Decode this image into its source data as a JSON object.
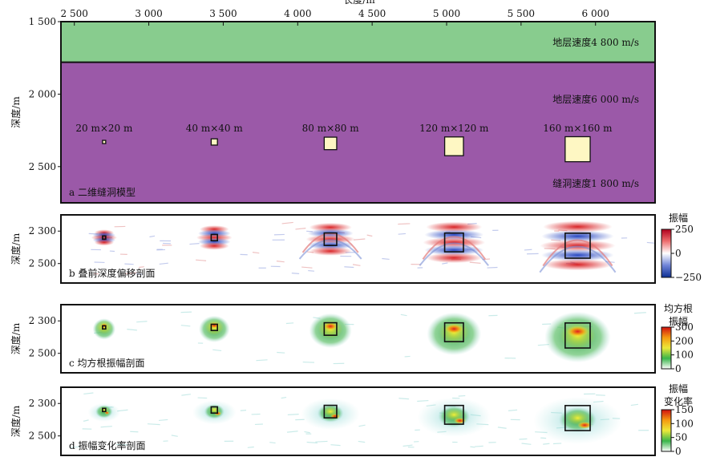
{
  "chart_data": [
    {
      "type": "heatmap",
      "panel": "a",
      "label": "a 二维缝洞模型",
      "xlabel": "长度/m",
      "ylabel": "深度/m",
      "xlim": [
        2410,
        6400
      ],
      "ylim": [
        1500,
        2750
      ],
      "xticks": [
        "2 500",
        "3 000",
        "3 500",
        "4 000",
        "4 500",
        "5 000",
        "5 500",
        "6 000"
      ],
      "xtick_values": [
        2500,
        3000,
        3500,
        4000,
        4500,
        5000,
        5500,
        6000
      ],
      "yticks": [
        "1 500",
        "2 000",
        "2 500"
      ],
      "ytick_values": [
        1500,
        2000,
        2500
      ],
      "layers": [
        {
          "name": "地层速度4 800 m/s",
          "top": 1500,
          "bottom": 1780,
          "color": "#88cc8e"
        },
        {
          "name": "地层速度6 000 m/s",
          "top": 1780,
          "bottom": 2750,
          "color": "#9b59a8"
        }
      ],
      "cave_label": "缝洞速度1 800 m/s",
      "caves": [
        {
          "label": "20 m×20 m",
          "x": 2700,
          "y": 2330,
          "size": 20
        },
        {
          "label": "40 m×40 m",
          "x": 3440,
          "y": 2330,
          "size": 40
        },
        {
          "label": "80 m×80 m",
          "x": 4220,
          "y": 2340,
          "size": 80
        },
        {
          "label": "120 m×120 m",
          "x": 5050,
          "y": 2360,
          "size": 120
        },
        {
          "label": "160 m×160 m",
          "x": 5880,
          "y": 2380,
          "size": 160
        }
      ],
      "colors": {
        "cave": "#fef7c3",
        "border": "#111111"
      }
    },
    {
      "type": "heatmap",
      "panel": "b",
      "label": "b 叠前深度偏移剖面",
      "ylabel": "深度/m",
      "ylim": [
        2200,
        2620
      ],
      "yticks": [
        "2 300",
        "2 500"
      ],
      "ytick_values": [
        2300,
        2500
      ],
      "colorbar": {
        "title": [
          "振幅"
        ],
        "ticks": [
          "250",
          "0",
          "−250"
        ],
        "tick_values": [
          250,
          0,
          -250
        ],
        "min": -250,
        "max": 250,
        "colormap": "red-white-blue"
      }
    },
    {
      "type": "heatmap",
      "panel": "c",
      "label": "c 均方根振幅剖面",
      "ylabel": "深度/m",
      "ylim": [
        2200,
        2620
      ],
      "yticks": [
        "2 300",
        "2 500"
      ],
      "ytick_values": [
        2300,
        2500
      ],
      "colorbar": {
        "title": [
          "均方根",
          "振幅"
        ],
        "ticks": [
          "300",
          "200",
          "100",
          "0"
        ],
        "tick_values": [
          300,
          200,
          100,
          0
        ],
        "min": 0,
        "max": 300,
        "colormap": "jet-white"
      }
    },
    {
      "type": "heatmap",
      "panel": "d",
      "label": "d 振幅变化率剖面",
      "ylabel": "深度/m",
      "ylim": [
        2200,
        2620
      ],
      "yticks": [
        "2 300",
        "2 500"
      ],
      "ytick_values": [
        2300,
        2500
      ],
      "colorbar": {
        "title": [
          "振幅",
          "变化率"
        ],
        "ticks": [
          "150",
          "100",
          "50",
          "0"
        ],
        "tick_values": [
          150,
          100,
          50,
          0
        ],
        "min": 0,
        "max": 150,
        "colormap": "jet-white"
      }
    }
  ]
}
